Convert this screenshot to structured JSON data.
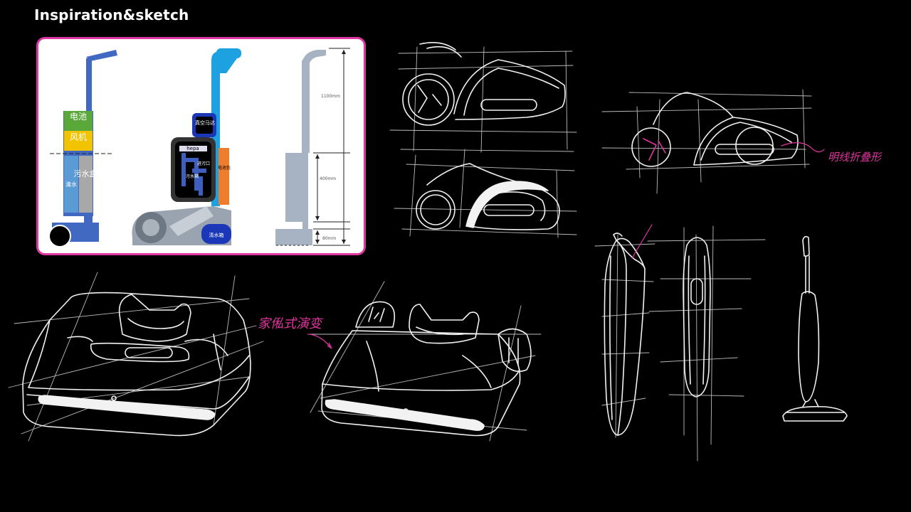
{
  "slide": {
    "title": "Inspiration&sketch",
    "accent_color": "#e0369f"
  },
  "structure_diagrams": {
    "left": {
      "battery_label": "电池",
      "fan_label": "风机",
      "clean_water_label": "清水",
      "dirty_box_label": "污水盒"
    },
    "middle": {
      "vacuum_motor_label": "真空马达",
      "hepa_label": "hepa",
      "dirty_inlet_label": "进污口",
      "dirty_tank_label": "污水箱",
      "battery_pack_label": "电池包",
      "clean_tank_label": "清水箱"
    },
    "right": {
      "dim_total": "1100mm",
      "dim_body": "400mm",
      "dim_base": "80mm"
    }
  },
  "sketch_annotations": {
    "fold_note": "明线折叠形",
    "furniture_note": "家俬式演变"
  },
  "colors": {
    "dark_blue": "#4169c1",
    "cyan": "#1da1e0",
    "green": "#5aa83a",
    "yellow": "#f2c300",
    "light_blue": "#5b9bd5",
    "gray_box": "#a8a8a8",
    "orange": "#ee7d2d",
    "navy": "#1a37b8",
    "steel": "#a7b3c2"
  }
}
